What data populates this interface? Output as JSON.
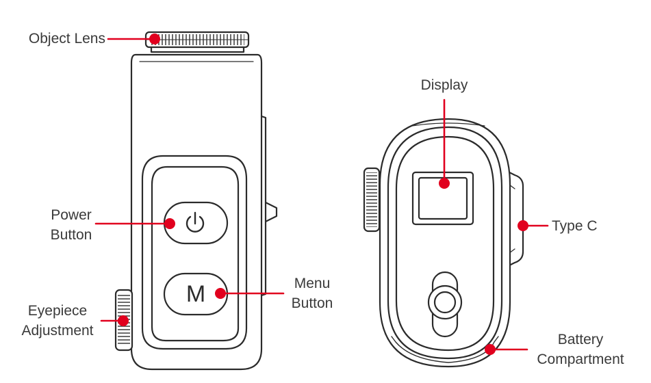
{
  "labels": {
    "object_lens": "Object Lens",
    "power_button": [
      "Power",
      "Button"
    ],
    "menu_button": [
      "Menu",
      "Button"
    ],
    "eyepiece_adjustment": [
      "Eyepiece",
      "Adjustment"
    ],
    "display": "Display",
    "type_c": "Type C",
    "battery_compartment": [
      "Battery",
      "Compartment"
    ]
  },
  "buttons": {
    "menu_glyph": "M"
  },
  "colors": {
    "outline": "#2b2b2b",
    "callout": "#e1001e",
    "label_text": "#3a3a3a",
    "background": "#ffffff"
  }
}
